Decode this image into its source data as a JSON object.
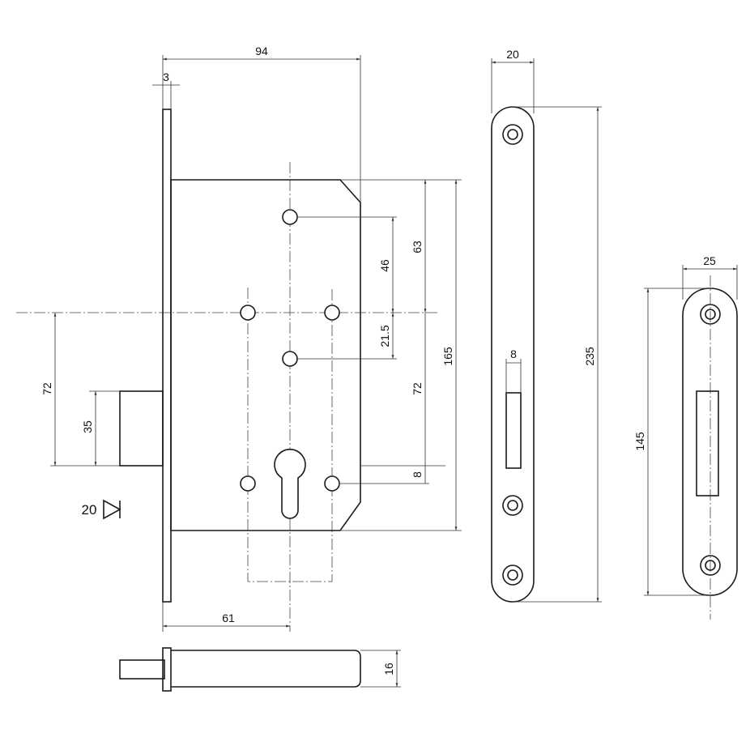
{
  "title": "Mortise lock dimension drawing",
  "dimensions": {
    "body_width": "94",
    "faceplate_thickness": "3",
    "top_to_handle": "63",
    "screw_to_handle": "46",
    "handle_to_screw": "21.5",
    "body_height": "165",
    "handle_to_cylinder_right": "72",
    "cylinder_offset": "8",
    "handle_to_cylinder_left": "72",
    "bolt_height": "35",
    "bolt_throw": "20",
    "backset": "61",
    "spindle_size": "16",
    "faceplate_width": "20",
    "faceplate_length": "235",
    "slot_width": "8",
    "strike_width": "25",
    "strike_length": "145"
  }
}
